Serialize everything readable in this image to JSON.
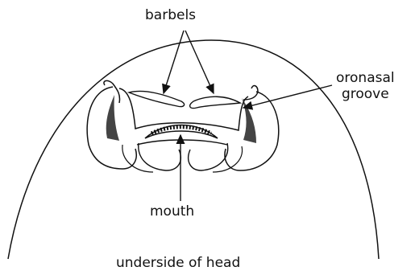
{
  "labels": {
    "barbels": "barbels",
    "oronasal_groove_line1": "oronasal",
    "oronasal_groove_line2": "groove",
    "mouth": "mouth",
    "caption": "underside of head"
  }
}
